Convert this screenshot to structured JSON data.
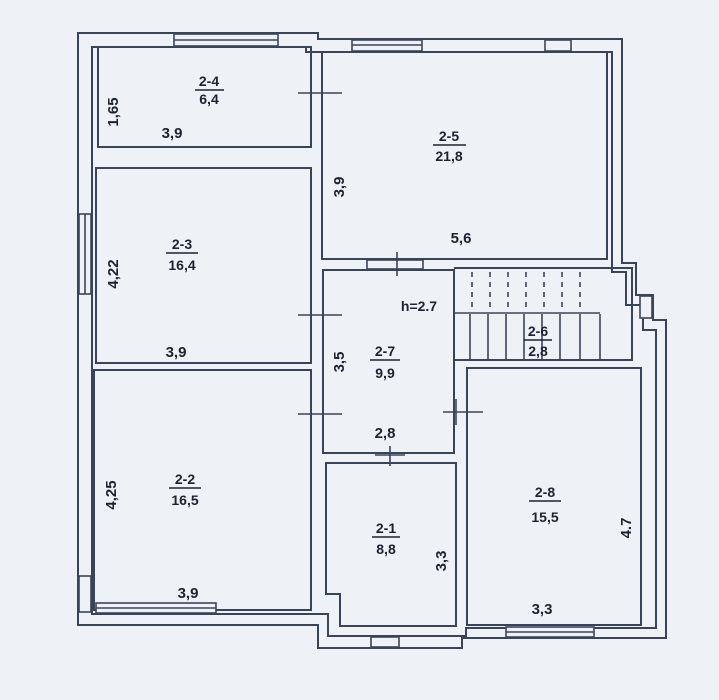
{
  "colors": {
    "paper": "#f5f7fb",
    "ink": "#3a4458",
    "text": "#1c2230"
  },
  "rooms": [
    {
      "key": "r24",
      "id": "2-4",
      "area": "6,4"
    },
    {
      "key": "r25",
      "id": "2-5",
      "area": "21,8"
    },
    {
      "key": "r23",
      "id": "2-3",
      "area": "16,4"
    },
    {
      "key": "r27",
      "id": "2-7",
      "area": "9,9"
    },
    {
      "key": "r26",
      "id": "2-6",
      "area": "2,8"
    },
    {
      "key": "r22",
      "id": "2-2",
      "area": "16,5"
    },
    {
      "key": "r21",
      "id": "2-1",
      "area": "8,8"
    },
    {
      "key": "r28",
      "id": "2-8",
      "area": "15,5"
    }
  ],
  "dimensions": {
    "d165": "1,65",
    "d39a": "3,9",
    "d39v": "3,9",
    "d56": "5,6",
    "d422": "4,22",
    "d39b": "3,9",
    "d35": "3,5",
    "d28": "2,8",
    "d425": "4,25",
    "d39c": "3,9",
    "d33v": "3,3",
    "d33h": "3,3",
    "d47": "4.7"
  },
  "ceiling_height": "h=2.7"
}
